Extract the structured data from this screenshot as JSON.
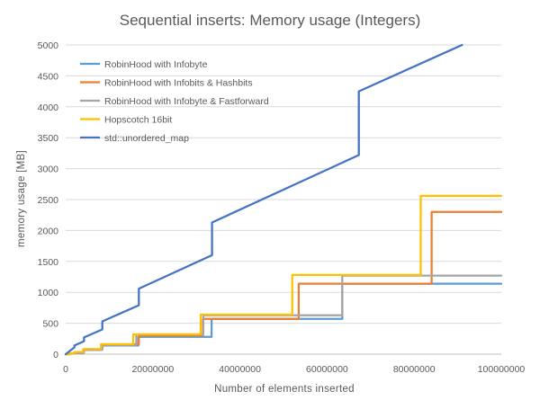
{
  "chart_data": {
    "type": "line",
    "title": "Sequential inserts: Memory usage (Integers)",
    "xlabel": "Number  of elements  inserted",
    "ylabel": "memory  usage [MB]",
    "xlim": [
      0,
      100000000
    ],
    "ylim": [
      0,
      5000
    ],
    "x_ticks": [
      "0",
      "20000000",
      "40000000",
      "60000000",
      "80000000",
      "100000000"
    ],
    "y_ticks": [
      "0",
      "500",
      "1000",
      "1500",
      "2000",
      "2500",
      "3000",
      "3500",
      "4000",
      "4500",
      "5000"
    ],
    "grid": "horizontal",
    "legend_position": "top-left",
    "series": [
      {
        "name": "RobinHood with Infobyte",
        "color": "#5B9BD5",
        "x": [
          0,
          1000000,
          1000000,
          2000000,
          2000000,
          4100000,
          4100000,
          8300000,
          8300000,
          16700000,
          16700000,
          33500000,
          33500000,
          63500000,
          63500000,
          100000000
        ],
        "y": [
          0,
          0,
          10,
          10,
          20,
          20,
          70,
          70,
          140,
          140,
          280,
          280,
          570,
          570,
          1140,
          1140
        ]
      },
      {
        "name": "RobinHood with Infobits & Hashbits",
        "color": "#ED7D31",
        "x": [
          0,
          1000000,
          1000000,
          2000000,
          2000000,
          4200000,
          4200000,
          8400000,
          8400000,
          16800000,
          16800000,
          31500000,
          31500000,
          53500000,
          53500000,
          84000000,
          84000000,
          100000000
        ],
        "y": [
          0,
          0,
          10,
          10,
          25,
          25,
          80,
          80,
          160,
          160,
          300,
          300,
          570,
          570,
          1140,
          1140,
          2300,
          2300
        ]
      },
      {
        "name": "RobinHood with Infobyte & Fastforward",
        "color": "#A5A5A5",
        "x": [
          0,
          1000000,
          1000000,
          2000000,
          2000000,
          4100000,
          4100000,
          8400000,
          8400000,
          16200000,
          16200000,
          31600000,
          31600000,
          63500000,
          63500000,
          100000000
        ],
        "y": [
          0,
          0,
          12,
          12,
          25,
          25,
          80,
          80,
          150,
          150,
          320,
          320,
          630,
          630,
          1270,
          1270
        ]
      },
      {
        "name": "Hopscotch 16bit",
        "color": "#FFC000",
        "x": [
          0,
          1000000,
          1000000,
          2000000,
          2000000,
          4000000,
          4000000,
          8100000,
          8100000,
          15500000,
          15500000,
          31000000,
          31000000,
          52000000,
          52000000,
          81500000,
          81500000,
          100000000
        ],
        "y": [
          0,
          0,
          15,
          15,
          35,
          35,
          80,
          80,
          160,
          160,
          320,
          320,
          640,
          640,
          1280,
          1280,
          2560,
          2560
        ]
      },
      {
        "name": "std::unordered_map",
        "color": "#4472C4",
        "x": [
          0,
          2000000,
          2000000,
          4200000,
          4200000,
          8400000,
          8400000,
          16800000,
          16800000,
          33600000,
          33600000,
          67300000,
          67300000,
          91000000
        ],
        "y": [
          0,
          110,
          140,
          210,
          270,
          400,
          530,
          790,
          1060,
          1600,
          2130,
          3220,
          4250,
          5000
        ]
      }
    ]
  }
}
